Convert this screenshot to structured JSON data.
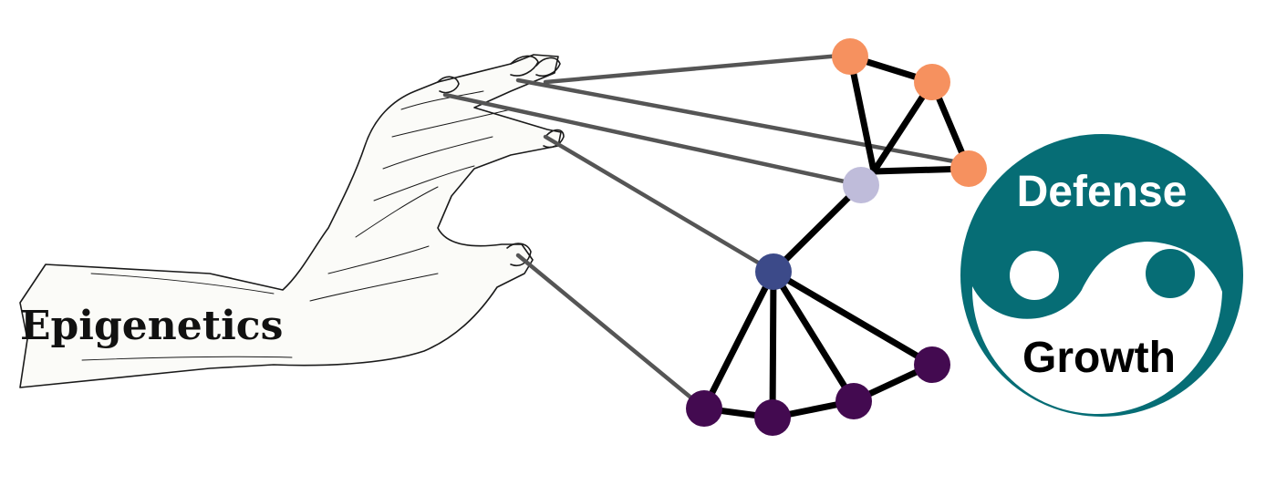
{
  "labels": {
    "left": "Epigenetics",
    "top": "Defense",
    "bottom": "Growth"
  },
  "colors": {
    "teal": "#066d75",
    "defense_nodes": "#f6915f",
    "hub_light": "#bfbcda",
    "hub_dark": "#3c4a89",
    "growth_nodes": "#430a50",
    "edge": "#000000",
    "string": "#555555"
  },
  "network": {
    "nodes": [
      {
        "id": "defense-node-1",
        "group": "defense"
      },
      {
        "id": "defense-node-2",
        "group": "defense"
      },
      {
        "id": "defense-node-3",
        "group": "defense"
      },
      {
        "id": "hub-light",
        "group": "hub"
      },
      {
        "id": "hub-dark",
        "group": "hub"
      },
      {
        "id": "growth-node-1",
        "group": "growth"
      },
      {
        "id": "growth-node-2",
        "group": "growth"
      },
      {
        "id": "growth-node-3",
        "group": "growth"
      },
      {
        "id": "growth-node-4",
        "group": "growth"
      }
    ],
    "edges": [
      [
        "defense-node-1",
        "defense-node-2"
      ],
      [
        "defense-node-2",
        "defense-node-3"
      ],
      [
        "defense-node-1",
        "hub-light"
      ],
      [
        "defense-node-2",
        "hub-light"
      ],
      [
        "defense-node-3",
        "hub-light"
      ],
      [
        "hub-light",
        "hub-dark"
      ],
      [
        "hub-dark",
        "growth-node-1"
      ],
      [
        "hub-dark",
        "growth-node-2"
      ],
      [
        "hub-dark",
        "growth-node-3"
      ],
      [
        "hub-dark",
        "growth-node-4"
      ],
      [
        "growth-node-1",
        "growth-node-2"
      ],
      [
        "growth-node-2",
        "growth-node-3"
      ],
      [
        "growth-node-3",
        "growth-node-4"
      ]
    ],
    "strings": [
      [
        "index-finger",
        "defense-node-1"
      ],
      [
        "middle-finger",
        "defense-node-3"
      ],
      [
        "ring-finger",
        "hub-light"
      ],
      [
        "little-finger",
        "hub-dark"
      ],
      [
        "thumb",
        "growth-node-1"
      ]
    ]
  }
}
